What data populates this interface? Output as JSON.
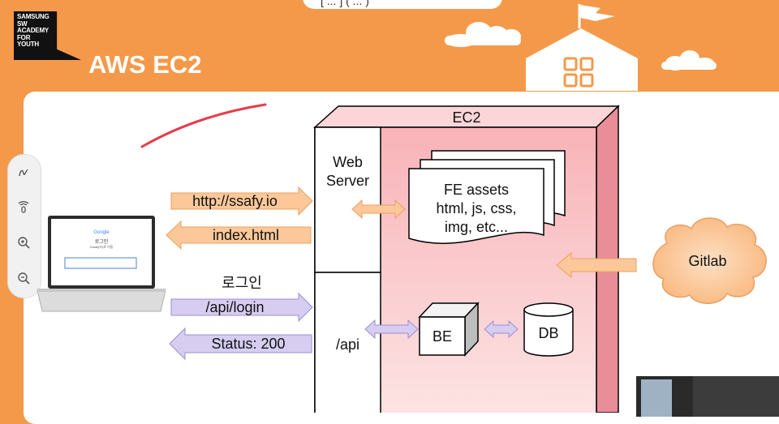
{
  "header": {
    "logo_text": "SAMSUNG\nSW\nACADEMY\nFOR\nYOUTH",
    "title": "AWS EC2",
    "top_pill_text": "[ ... ] ( ... )"
  },
  "toolbar": {
    "tools": [
      "pen-icon",
      "pointer-icon",
      "zoom-in-icon",
      "zoom-out-icon"
    ]
  },
  "diagram": {
    "ec2_label": "EC2",
    "web_server_label": "Web\nServer",
    "api_label": "/api",
    "fe_assets_label": "FE assets\nhtml, js, css,\nimg, etc...",
    "be_label": "BE",
    "db_label": "DB",
    "gitlab_label": "Gitlab",
    "login_korean": "로그인",
    "arrows": {
      "http_url": "http://ssafy.io",
      "index_html": "index.html",
      "api_login": "/api/login",
      "status": "Status: 200"
    },
    "laptop_screen": {
      "brand": "Google",
      "heading": "로그인",
      "subheading": "Gmail(으)로 이동"
    }
  },
  "colors": {
    "background_orange": "#f4994a",
    "ec2_pink": "#fbd0d3",
    "arrow_orange": "#fcc89a",
    "arrow_purple": "#d6cdf0",
    "cloud_orange": "#fcc797"
  }
}
